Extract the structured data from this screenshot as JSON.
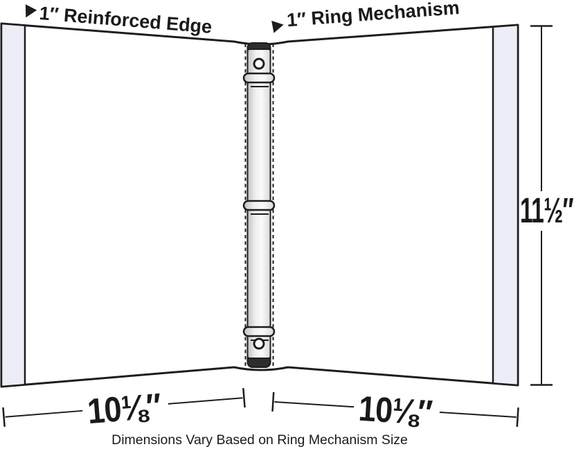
{
  "diagram": {
    "callouts": {
      "reinforced_edge": "1″ Reinforced Edge",
      "ring_mechanism": "1″ Ring Mechanism"
    },
    "dimensions": {
      "height": "11½″",
      "left_width": "10⅛″",
      "right_width": "10⅛″"
    },
    "caption": "Dimensions Vary Based on Ring Mechanism Size",
    "colors": {
      "outline": "#1d1d1d",
      "cover_fill": "#ffffff",
      "reinforced_edge_fill": "#ecedf6",
      "spine_cap_dark": "#2d2d2d",
      "metal_light": "#fafafa",
      "metal_dark": "#c2c2c2",
      "text": "#1a1a1a"
    }
  }
}
